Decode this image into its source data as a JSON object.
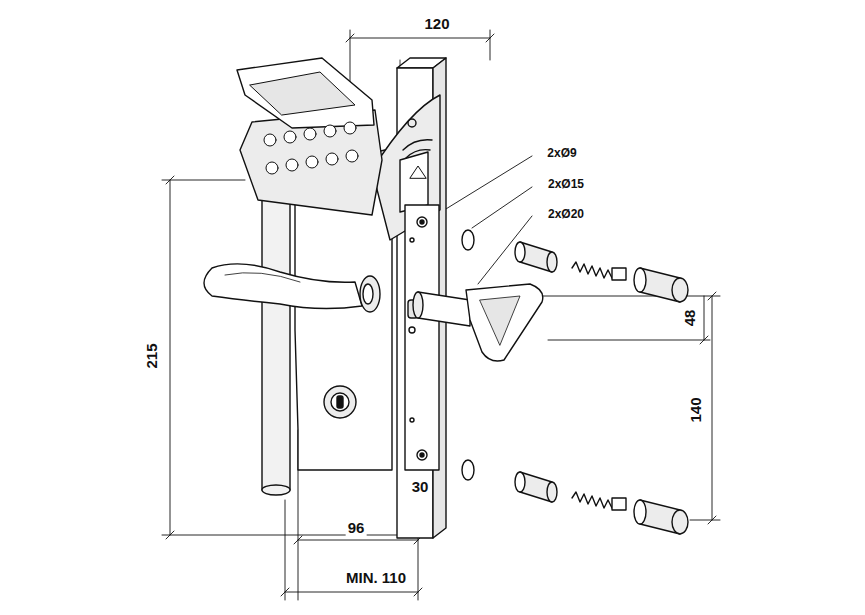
{
  "diagram": {
    "labels": [
      "120",
      "2xØ9",
      "2xØ15",
      "2xØ20",
      "215",
      "48",
      "140",
      "30",
      "96",
      "MIN. 110"
    ]
  }
}
